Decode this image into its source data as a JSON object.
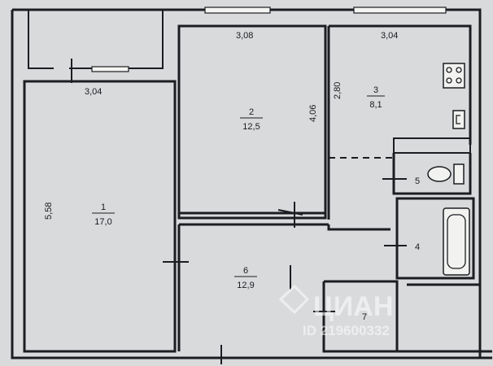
{
  "rooms": [
    {
      "id": "room-1",
      "number": "1",
      "area": "17,0"
    },
    {
      "id": "room-2",
      "number": "2",
      "area": "12,5"
    },
    {
      "id": "room-3",
      "number": "3",
      "area": "8,1"
    },
    {
      "id": "room-4",
      "number": "4"
    },
    {
      "id": "room-5",
      "number": "5"
    },
    {
      "id": "room-6",
      "number": "6",
      "area": "12,9"
    },
    {
      "id": "room-7",
      "number": "7"
    }
  ],
  "dimensions": {
    "room2_width": "3,08",
    "room3_width": "3,04",
    "balcony_width": "3,04",
    "room2_height": "4,06",
    "room3_height": "2,80",
    "room1_height": "5,58"
  },
  "watermark": {
    "brand": "ЦИАН",
    "id": "ID 219600332"
  },
  "colors": {
    "paper": "#d9dadc",
    "lines": "#1c1d22"
  }
}
